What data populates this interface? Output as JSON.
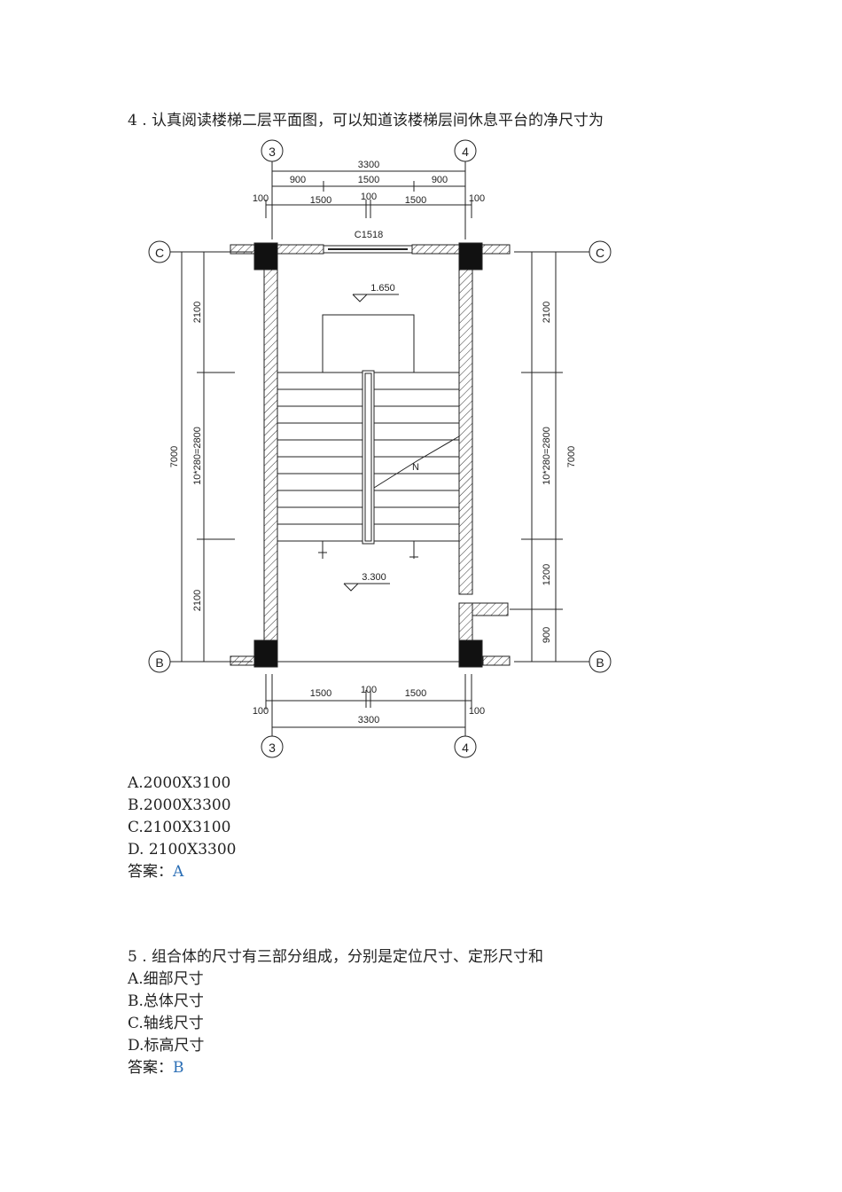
{
  "q4": {
    "question": "4 . 认真阅读楼梯二层平面图，可以知道该楼梯层间休息平台的净尺寸为",
    "options": [
      "A.2000X3100",
      "B.2000X3300",
      "C.2100X3100",
      "D. 2100X3300"
    ],
    "answer_label": "答案：",
    "answer": "A"
  },
  "q5": {
    "question": "5 . 组合体的尺寸有三部分组成，分别是定位尺寸、定形尺寸和",
    "options": [
      "A.细部尺寸",
      "B.总体尺寸",
      "C.轴线尺寸",
      "D.标高尺寸"
    ],
    "answer_label": "答案：",
    "answer": "B"
  },
  "drawing": {
    "axes": {
      "col_left": "3",
      "col_right": "4",
      "row_top": "C",
      "row_bottom": "B"
    },
    "dims_top": {
      "total": "3300",
      "left_900": "900",
      "mid_1500": "1500",
      "right_900": "900",
      "edge_left_100": "100",
      "left_1500": "1500",
      "mid_100": "100",
      "right_1500": "1500",
      "edge_right_100": "100"
    },
    "window": "C1518",
    "levels": {
      "landing": "1.650",
      "floor": "3.300"
    },
    "dims_left": {
      "total": "7000",
      "top": "2100",
      "stairs": "10*280=2800",
      "bottom": "2100"
    },
    "dims_right": {
      "total": "7000",
      "top": "2100",
      "stairs": "10*280=2800",
      "lower": "1200",
      "bottom": "900"
    },
    "dims_bottom": {
      "left_1500": "1500",
      "mid_100": "100",
      "right_1500": "1500",
      "edge_left_100": "100",
      "edge_right_100": "100",
      "total": "3300"
    },
    "arrow_mark": "N"
  }
}
